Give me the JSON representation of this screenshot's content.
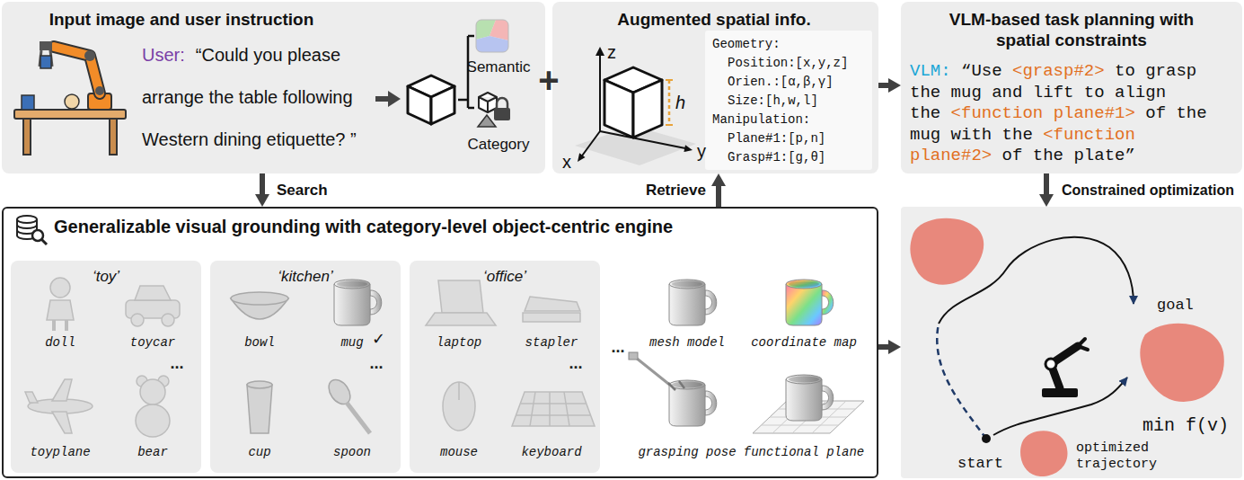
{
  "diagram": {
    "nodes": [
      {
        "text": [
          "Input image and user instruction",
          "User:",
          "“Could you please arrange the table following Western dining etiquette? ”",
          "Semantic",
          "Category"
        ]
      },
      {
        "text": [
          "Augmented spatial info."
        ]
      },
      {
        "text": [
          "Geometry:",
          "Position:[x,y,z]",
          "Orien.:[α,β,γ]",
          "Size:[h,w,l]",
          "Manipulation:",
          "Plane#1:[p,n]",
          "Grasp#1:[g,θ]"
        ],
        "in": 1
      },
      {
        "text": [
          "VLM-based task planning with spatial constraints",
          "VLM:",
          "“Use",
          "<grasp#2>",
          "to grasp the mug and lift to align the",
          "<function plane#1>",
          "of the mug with the",
          "<function plane#2>",
          "of the plate”"
        ]
      },
      {
        "text": [
          "Generalizable visual grounding with category-level object-centric engine",
          "...",
          "mesh model",
          "coordinate map",
          "grasping pose",
          "functional plane"
        ]
      },
      {
        "text": [
          "‘toy’",
          "doll",
          "toycar",
          "...",
          "toyplane",
          "bear"
        ],
        "in": 4
      },
      {
        "text": [
          "‘kitchen’",
          "bowl",
          "mug",
          "✓",
          "...",
          "cup",
          "spoon"
        ],
        "in": 4
      },
      {
        "text": [
          "‘office’",
          "laptop",
          "stapler",
          "...",
          "mouse",
          "keyboard"
        ],
        "in": 4
      },
      {
        "text": [
          "goal",
          "start",
          "optimized trajectory",
          "min f(v)"
        ]
      }
    ],
    "edges": [
      {
        "from": 1,
        "to": 3,
        "arrow": "to"
      },
      {
        "from": 0,
        "to": 4,
        "label": "Search",
        "arrow": "to"
      },
      {
        "from": 4,
        "to": 1,
        "label": "Retrieve",
        "arrow": "to"
      },
      {
        "from": 3,
        "to": 8,
        "label": "Constrained optimization",
        "arrow": "to"
      },
      {
        "from": 4,
        "to": 8,
        "arrow": "to"
      }
    ],
    "labels": [
      "+",
      "z",
      "x",
      "y",
      "h"
    ]
  }
}
